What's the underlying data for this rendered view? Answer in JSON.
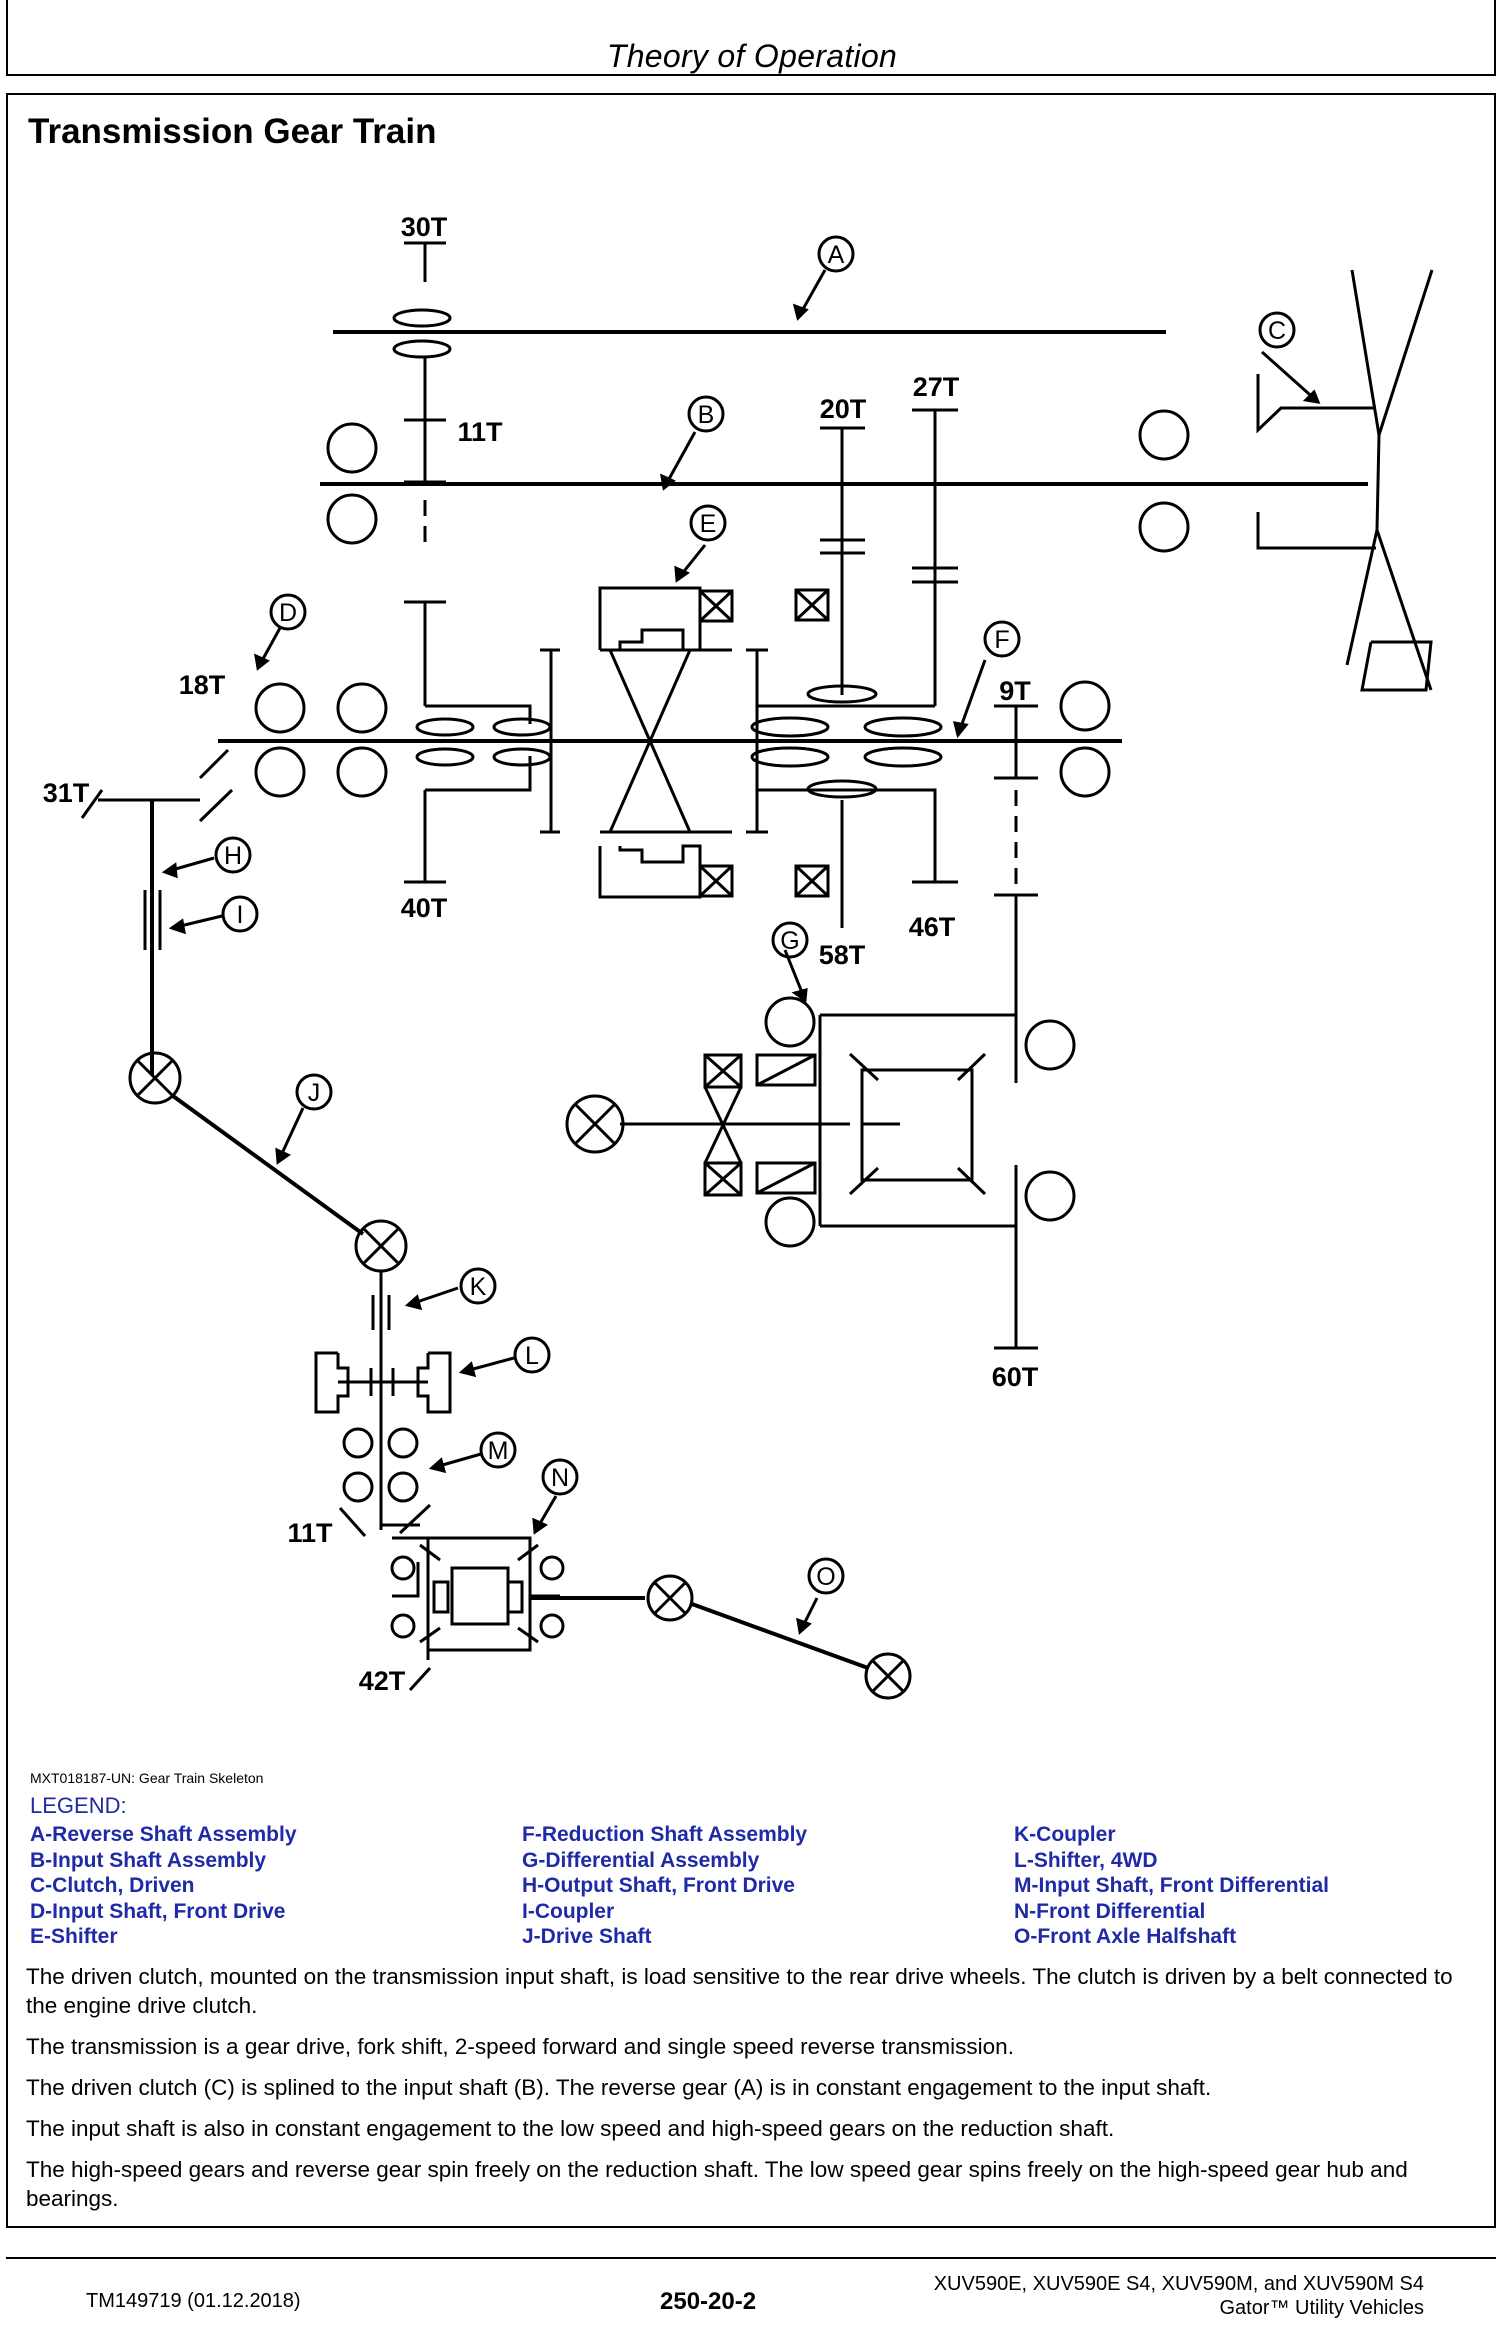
{
  "header": {
    "title": "Theory of Operation"
  },
  "section": {
    "title": "Transmission Gear Train"
  },
  "diagram": {
    "gear_labels": {
      "g30t": "30T",
      "g11t_top": "11T",
      "g20t": "20T",
      "g27t": "27T",
      "g18t": "18T",
      "g9t": "9T",
      "g31t": "31T",
      "g40t": "40T",
      "g46t": "46T",
      "g58t": "58T",
      "g60t": "60T",
      "g11t_bottom": "11T",
      "g42t": "42T"
    },
    "callouts": {
      "A": "A",
      "B": "B",
      "C": "C",
      "D": "D",
      "E": "E",
      "F": "F",
      "G": "G",
      "H": "H",
      "I": "I",
      "J": "J",
      "K": "K",
      "L": "L",
      "M": "M",
      "N": "N",
      "O": "O"
    }
  },
  "figure": {
    "id": "MXT018187-UN: Gear Train Skeleton"
  },
  "legend": {
    "heading": "LEGEND:",
    "col1": [
      "A-Reverse Shaft Assembly",
      "B-Input Shaft Assembly",
      "C-Clutch, Driven",
      "D-Input Shaft, Front Drive",
      "E-Shifter"
    ],
    "col2": [
      "F-Reduction Shaft Assembly",
      "G-Differential Assembly",
      "H-Output Shaft, Front Drive",
      "I-Coupler",
      "J-Drive Shaft"
    ],
    "col3": [
      "K-Coupler",
      "L-Shifter, 4WD",
      "M-Input Shaft, Front Differential",
      "N-Front Differential",
      "O-Front Axle Halfshaft"
    ]
  },
  "body": {
    "paragraphs": [
      "The driven clutch, mounted on the transmission input shaft, is load sensitive to the rear drive wheels. The clutch is driven by a belt connected to the engine drive clutch.",
      "The transmission is a gear drive, fork shift, 2-speed forward and single speed reverse transmission.",
      "The driven clutch (C) is splined to the input shaft (B). The reverse gear (A) is in constant engagement to the input shaft.",
      "The input shaft is also in constant engagement to the low speed and high-speed gears on the reduction shaft.",
      "The high-speed gears and reverse gear spin freely on the reduction shaft. The low speed gear spins freely on the high-speed gear hub and bearings."
    ]
  },
  "footer": {
    "doc_id": "TM149719 (01.12.2018)",
    "page": "250-20-2",
    "models": "XUV590E, XUV590E S4, XUV590M, and XUV590M S4",
    "product": "Gator™ Utility Vehicles"
  }
}
